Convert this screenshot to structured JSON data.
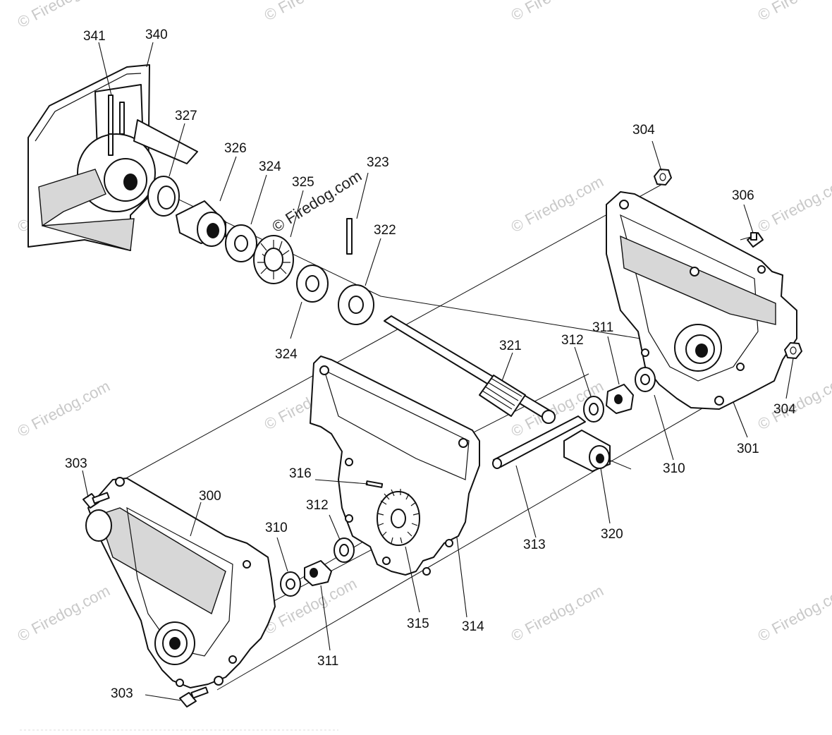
{
  "watermark": {
    "text": "© Firedog.com",
    "dark_text": "© Firedog.com"
  },
  "labels": {
    "p300": "300",
    "p301": "301",
    "p303a": "303",
    "p303b": "303",
    "p304a": "304",
    "p304b": "304",
    "p306": "306",
    "p310a": "310",
    "p310b": "310",
    "p311a": "311",
    "p311b": "311",
    "p312a": "312",
    "p312b": "312",
    "p313": "313",
    "p314": "314",
    "p315": "315",
    "p316": "316",
    "p320": "320",
    "p321": "321",
    "p322": "322",
    "p323": "323",
    "p324a": "324",
    "p324b": "324",
    "p325": "325",
    "p326": "326",
    "p327": "327",
    "p340": "340",
    "p341": "341"
  }
}
